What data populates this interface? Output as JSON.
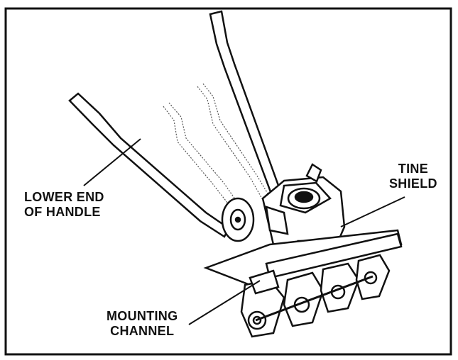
{
  "labels": {
    "tine_shield": [
      "TINE",
      "SHIELD"
    ],
    "lower_end_of_handle": [
      "LOWER END",
      "OF HANDLE"
    ],
    "mounting_channel": [
      "MOUNTING",
      "CHANNEL"
    ]
  },
  "colors": {
    "ink": "#111111",
    "background": "#ffffff",
    "dotted": "#555555"
  }
}
